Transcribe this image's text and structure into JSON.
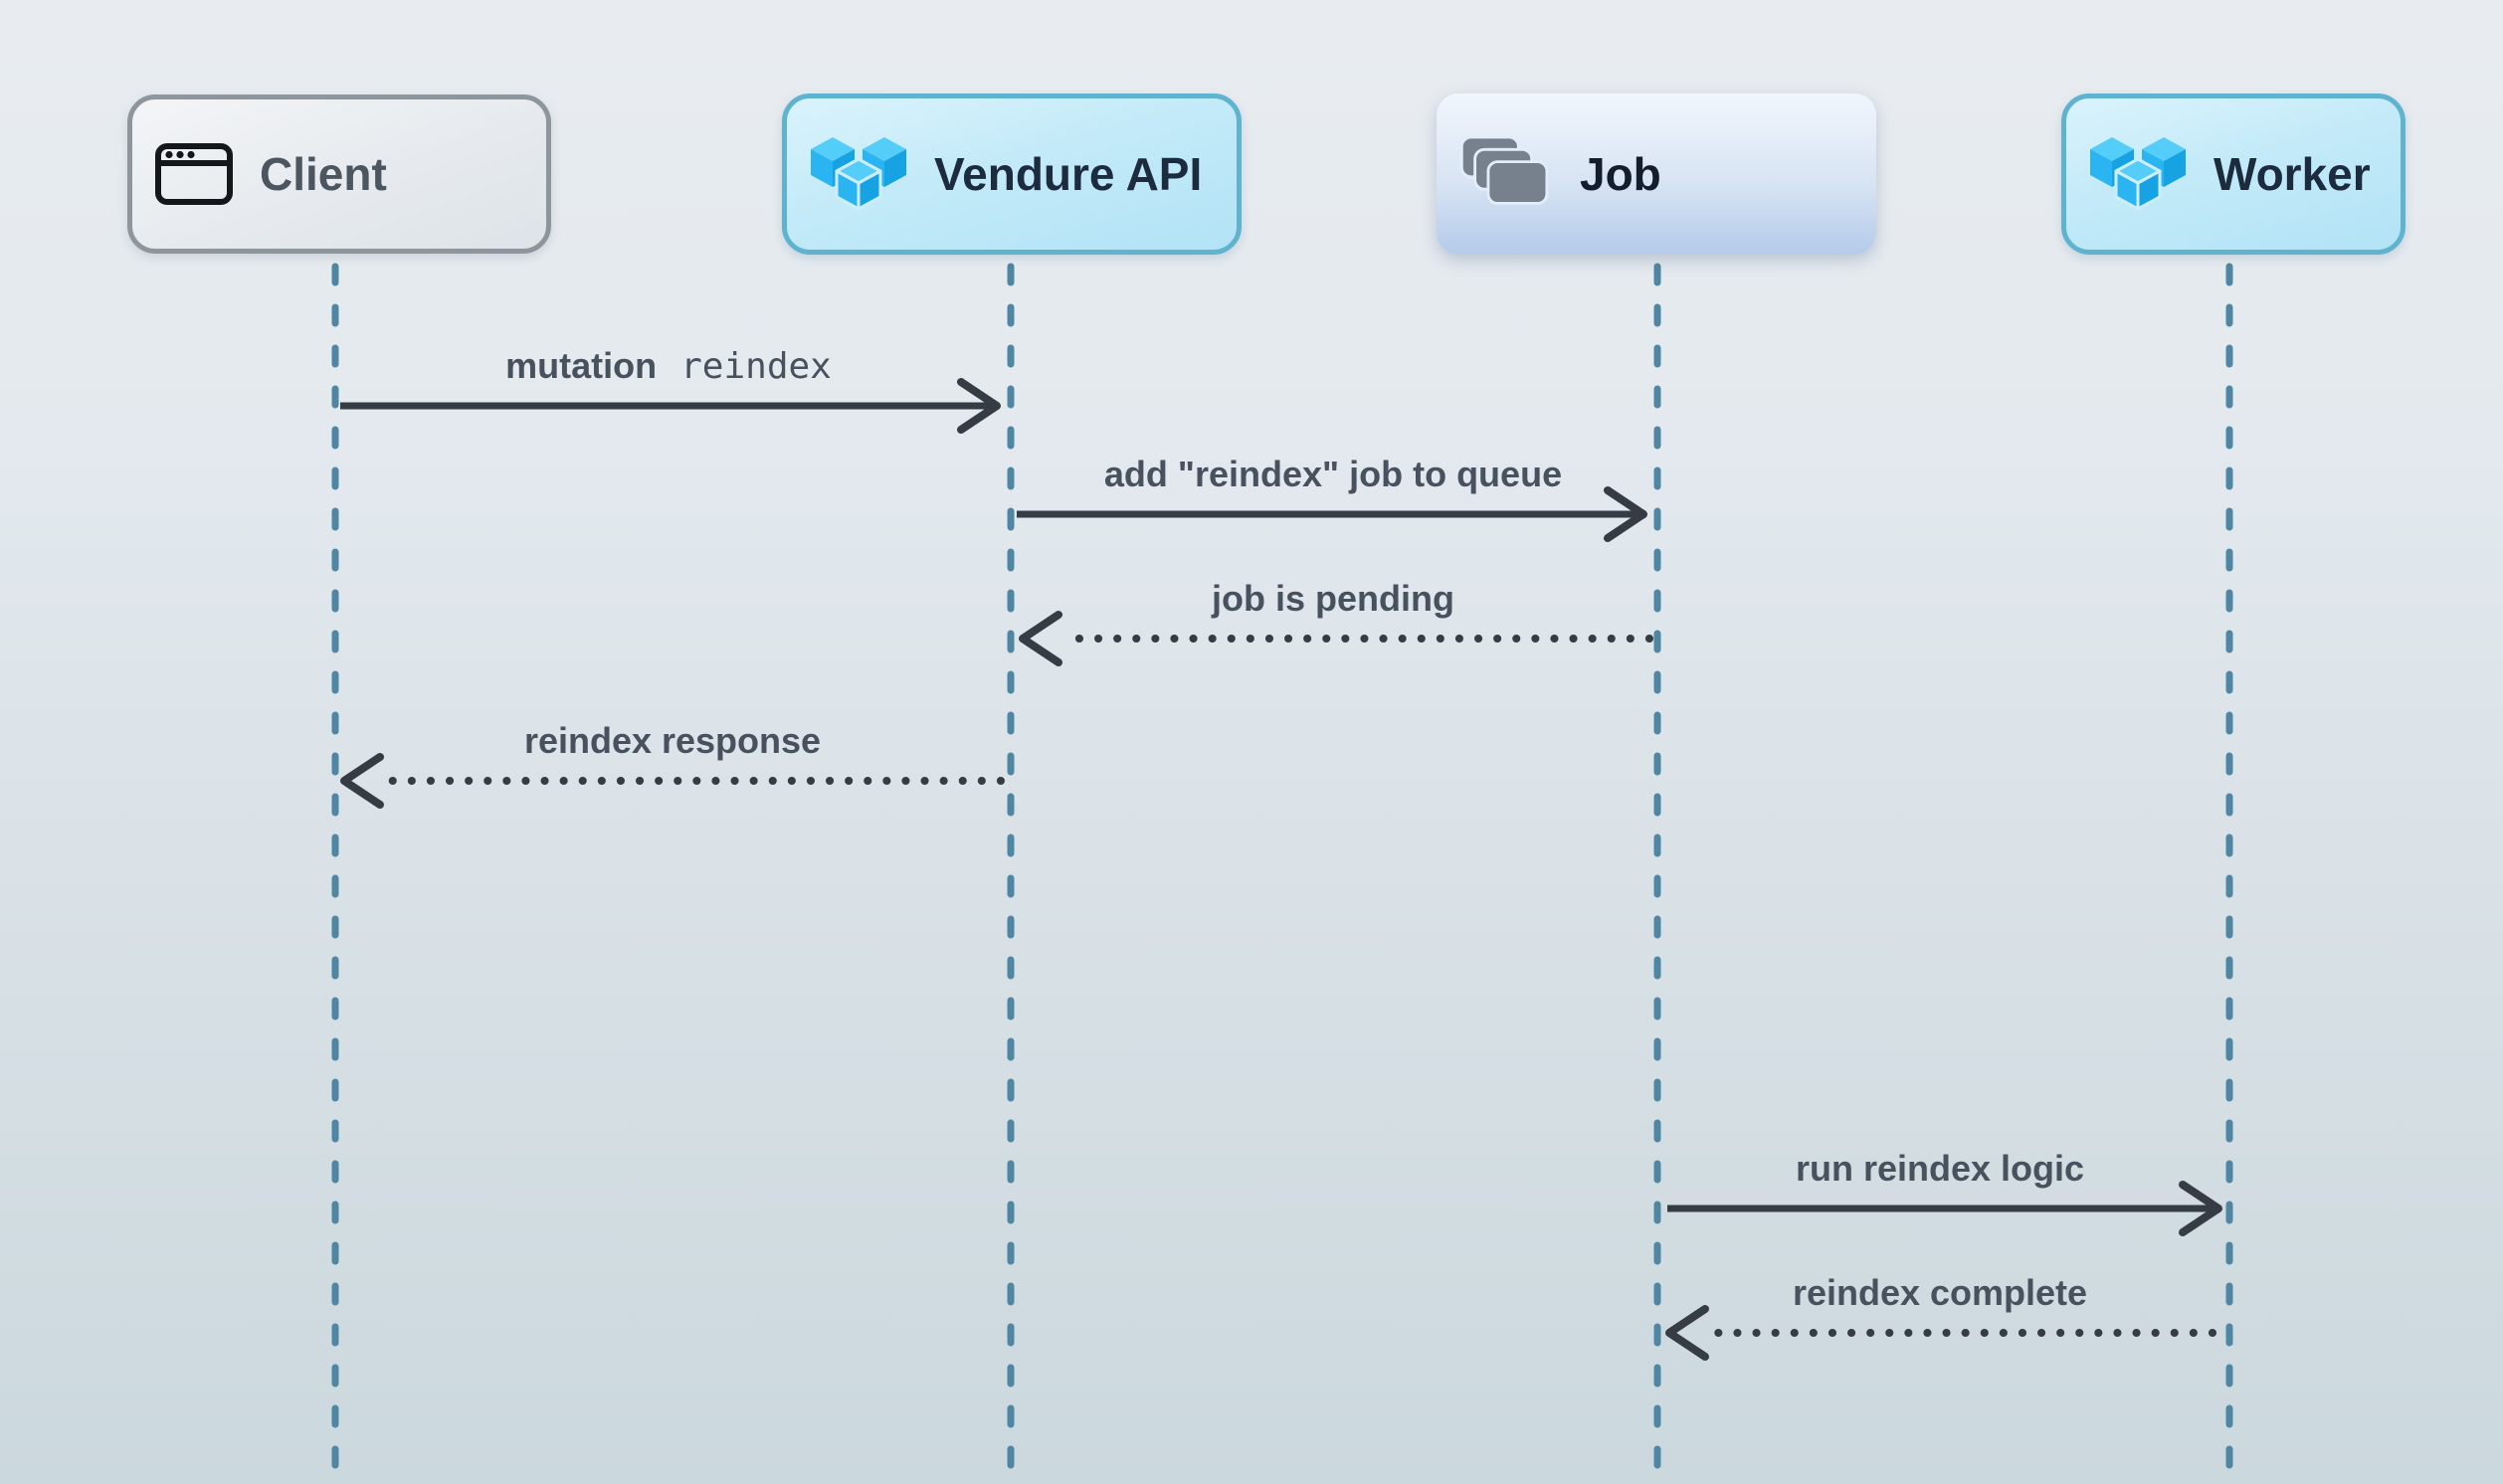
{
  "diagram": {
    "type": "sequence-diagram",
    "actors": [
      {
        "name": "Client",
        "icon": "browser-window-icon",
        "style": "gray"
      },
      {
        "name": "Vendure API",
        "icon": "vendure-logo-icon",
        "style": "blue"
      },
      {
        "name": "Job",
        "icon": "stacked-cards-icon",
        "style": "soft-blue"
      },
      {
        "name": "Worker",
        "icon": "vendure-logo-icon",
        "style": "blue"
      }
    ],
    "messages": [
      {
        "from": "Client",
        "to": "Vendure API",
        "label": "mutation",
        "code": "reindex",
        "line_style": "solid",
        "direction": "right"
      },
      {
        "from": "Vendure API",
        "to": "Job",
        "label": "add \"reindex\" job to queue",
        "line_style": "solid",
        "direction": "right"
      },
      {
        "from": "Job",
        "to": "Vendure API",
        "label": "job is pending",
        "line_style": "dotted",
        "direction": "left"
      },
      {
        "from": "Vendure API",
        "to": "Client",
        "label": "reindex response",
        "line_style": "dotted",
        "direction": "left"
      },
      {
        "from": "Job",
        "to": "Worker",
        "label": "run reindex logic",
        "line_style": "solid",
        "direction": "right"
      },
      {
        "from": "Worker",
        "to": "Job",
        "label": "reindex complete",
        "line_style": "dotted",
        "direction": "left"
      }
    ],
    "colors": {
      "background_top": "#e8ecf0",
      "background_bottom": "#cbd8dd",
      "lifeline": "#4e86a3",
      "arrow": "#363c43",
      "message_label": "#47525e",
      "gray_box_border": "#8d959d",
      "gray_box_text": "#4b5661",
      "blue_box_border": "#5fb3cf",
      "blue_box_text": "#1c2b3d",
      "vendure_logo_blue": "#2cb2ef",
      "job_card_gray": "#77818e"
    }
  }
}
